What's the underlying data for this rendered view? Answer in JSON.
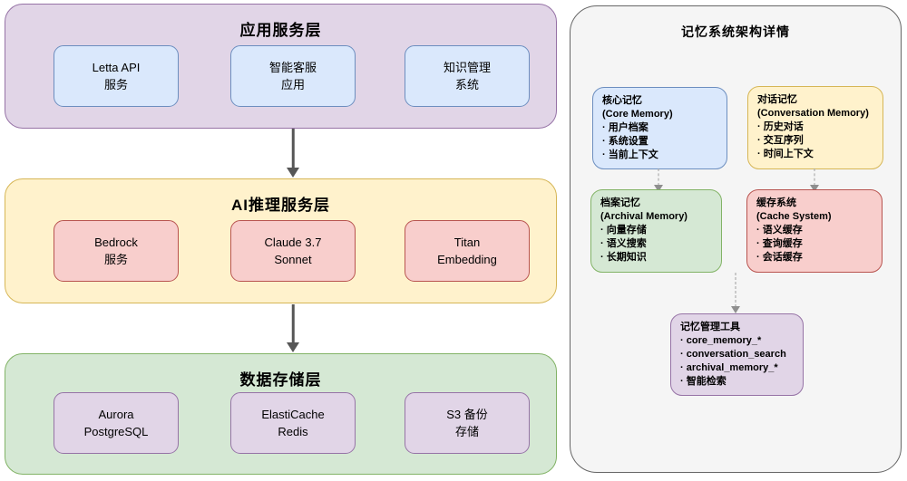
{
  "layers": [
    {
      "title": "应用服务层",
      "boxes": [
        {
          "line1": "Letta API",
          "line2": "服务"
        },
        {
          "line1": "智能客服",
          "line2": "应用"
        },
        {
          "line1": "知识管理",
          "line2": "系统"
        }
      ]
    },
    {
      "title": "AI推理服务层",
      "boxes": [
        {
          "line1": "Bedrock",
          "line2": "服务"
        },
        {
          "line1": "Claude 3.7",
          "line2": "Sonnet"
        },
        {
          "line1": "Titan",
          "line2": "Embedding"
        }
      ]
    },
    {
      "title": "数据存储层",
      "boxes": [
        {
          "line1": "Aurora",
          "line2": "PostgreSQL"
        },
        {
          "line1": "ElastiCache",
          "line2": "Redis"
        },
        {
          "line1": "S3 备份",
          "line2": "存储"
        }
      ]
    }
  ],
  "panel": {
    "title": "记忆系统架构详情",
    "cards": [
      {
        "title": "核心记忆",
        "subtitle": "(Core Memory)",
        "items": [
          "用户档案",
          "系统设置",
          "当前上下文"
        ]
      },
      {
        "title": "对话记忆",
        "subtitle": "(Conversation Memory)",
        "items": [
          "历史对话",
          "交互序列",
          "时间上下文"
        ]
      },
      {
        "title": "档案记忆",
        "subtitle": "(Archival Memory)",
        "items": [
          "向量存储",
          "语义搜索",
          "长期知识"
        ]
      },
      {
        "title": "缓存系统",
        "subtitle": "(Cache System)",
        "items": [
          "语义缓存",
          "查询缓存",
          "会话缓存"
        ]
      },
      {
        "title": "记忆管理工具",
        "items": [
          "core_memory_*",
          "conversation_search",
          "archival_memory_*",
          "智能检索"
        ]
      }
    ]
  },
  "colors": {
    "purple_fill": "#E1D5E7",
    "purple_border": "#9673A6",
    "blue_fill": "#DAE8FC",
    "blue_border": "#6C8EBF",
    "yellow_fill": "#FFF2CC",
    "yellow_border": "#D6B656",
    "red_fill": "#F8CECC",
    "red_border": "#B85450",
    "green_fill": "#D5E8D4",
    "green_border": "#82B366",
    "panel_fill": "#F5F5F5",
    "panel_border": "#666666",
    "solid_arrow": "#565656",
    "dashed_arrow": "#9E9E9E"
  }
}
